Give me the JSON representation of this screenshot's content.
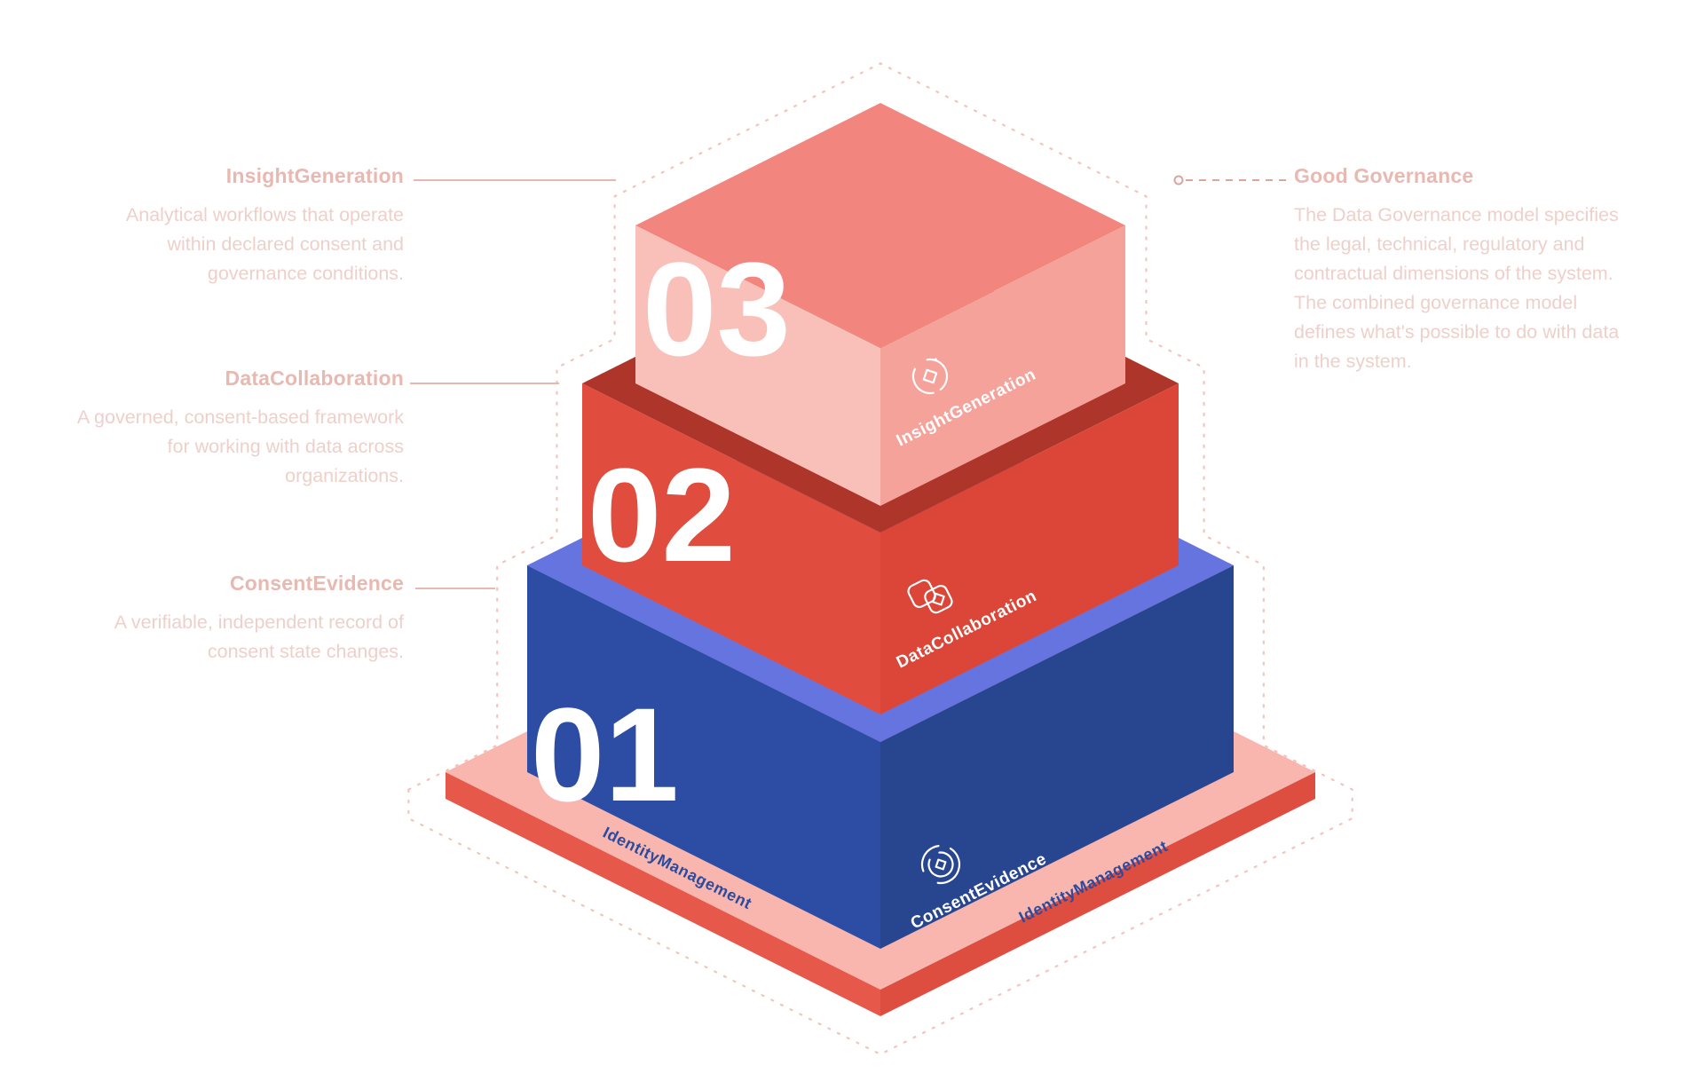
{
  "annotations": {
    "left": [
      {
        "heading": "InsightGeneration",
        "lines": [
          "Analytical workflows that operate",
          "within declared consent and",
          "governance conditions."
        ]
      },
      {
        "heading": "DataCollaboration",
        "lines": [
          "A governed, consent-based framework",
          "for working with data across",
          "organizations."
        ]
      },
      {
        "heading": "ConsentEvidence",
        "lines": [
          "A verifiable, independent record of",
          "consent state changes."
        ]
      }
    ],
    "right": {
      "heading": "Good Governance",
      "lines": [
        "The Data Governance model specifies",
        "the legal, technical, regulatory and",
        "contractual dimensions of the system.",
        "The combined governance model",
        "defines what's possible to do with data",
        "in the system."
      ]
    }
  },
  "pyramid": {
    "levels": [
      {
        "number": "01",
        "face_label": "ConsentEvidence",
        "icon": "consent-icon"
      },
      {
        "number": "02",
        "face_label": "DataCollaboration",
        "icon": "collaboration-icon"
      },
      {
        "number": "03",
        "face_label": "InsightGeneration",
        "icon": "insight-icon"
      }
    ],
    "base_labels": {
      "left": "IdentityManagement",
      "right": "IdentityManagement"
    }
  },
  "colors": {
    "level1_face": "#2c4da3",
    "level1_side": "#28468f",
    "level1_top": "#6674e0",
    "level2_face": "#e04c3e",
    "level2_side": "#db4638",
    "level2_top": "#ad3529",
    "level3_face": "#f9c0ba",
    "level3_side": "#f5a29b",
    "level3_top": "#f2857d",
    "base_top": "#f8b6ae",
    "base_side_left": "#e65849",
    "base_side_right": "#dd4d40",
    "rim_text": "#2b4ba0",
    "annotation_heading": "#e7b9b1",
    "annotation_body": "#eed0ca",
    "outline_dash": "#f2c4bd"
  }
}
